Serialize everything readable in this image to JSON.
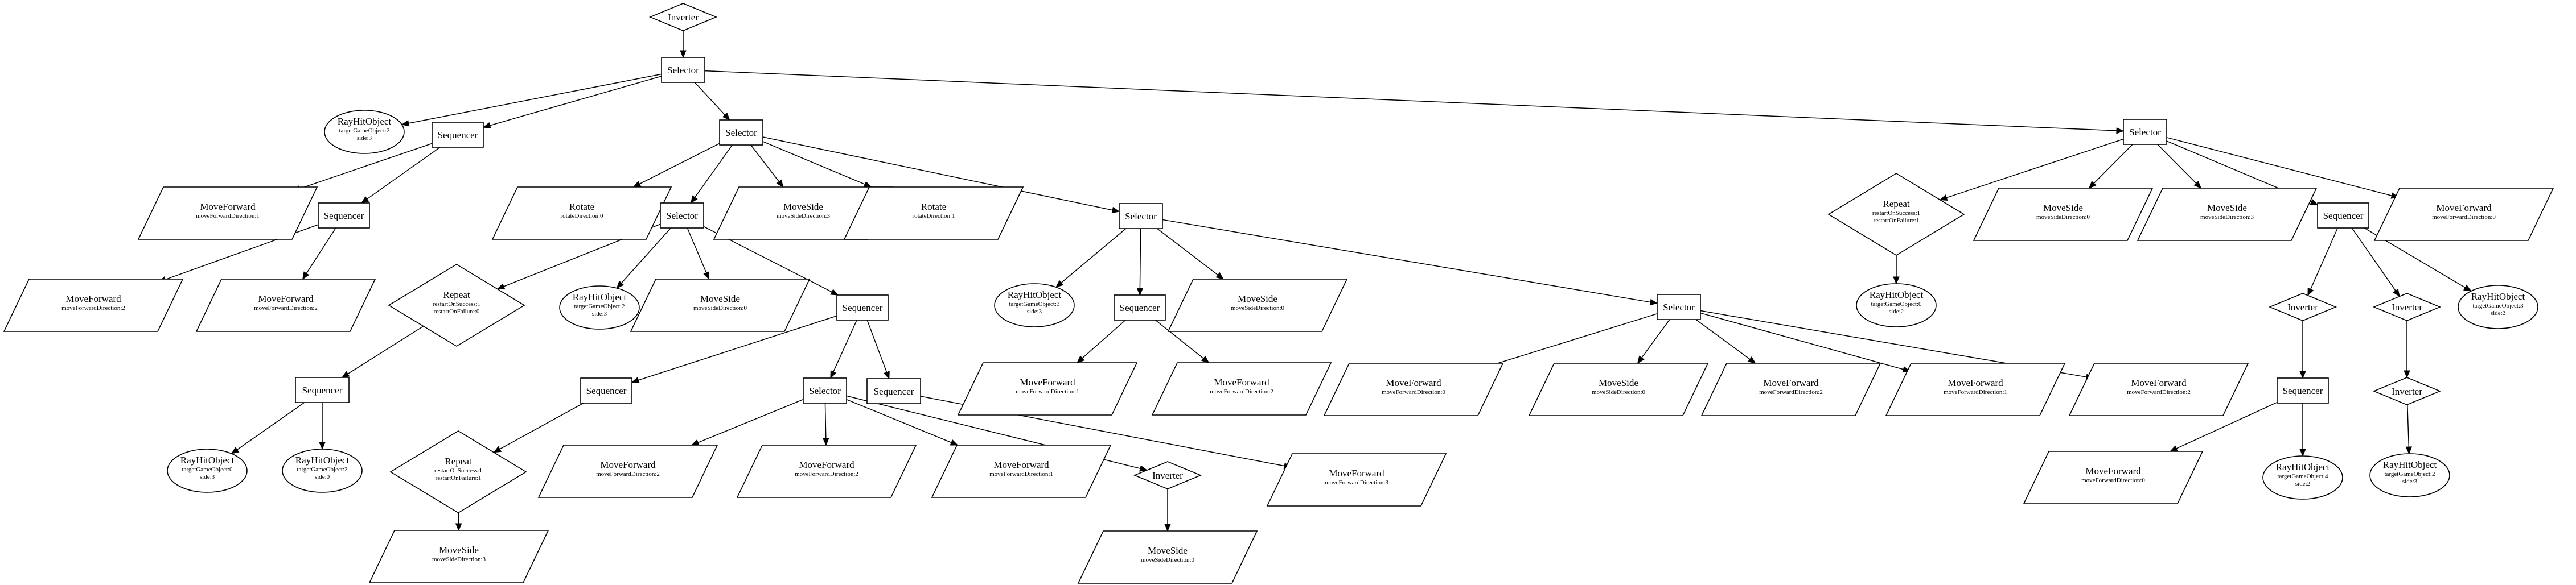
{
  "diagram": {
    "nodes": [
      {
        "id": "n1",
        "shape": "diamond",
        "label": "Inverter",
        "params": []
      },
      {
        "id": "n2",
        "shape": "box",
        "label": "Selector",
        "params": []
      },
      {
        "id": "n3",
        "shape": "ellipse",
        "label": "RayHitObject",
        "params": [
          "targetGameObject:2",
          "side:3"
        ]
      },
      {
        "id": "n4",
        "shape": "box",
        "label": "Sequencer",
        "params": []
      },
      {
        "id": "n5",
        "shape": "box",
        "label": "Selector",
        "params": []
      },
      {
        "id": "n6",
        "shape": "box",
        "label": "Selector",
        "params": []
      },
      {
        "id": "n7",
        "shape": "parallelogram",
        "label": "MoveForward",
        "params": [
          "moveForwardDirection:1"
        ]
      },
      {
        "id": "n8",
        "shape": "box",
        "label": "Sequencer",
        "params": []
      },
      {
        "id": "n9",
        "shape": "parallelogram",
        "label": "MoveForward",
        "params": [
          "moveForwardDirection:2"
        ]
      },
      {
        "id": "n10",
        "shape": "parallelogram",
        "label": "MoveForward",
        "params": [
          "moveForwardDirection:2"
        ]
      },
      {
        "id": "n11",
        "shape": "parallelogram",
        "label": "Rotate",
        "params": [
          "rotateDirection:0"
        ]
      },
      {
        "id": "n12",
        "shape": "box",
        "label": "Selector",
        "params": []
      },
      {
        "id": "n13",
        "shape": "parallelogram",
        "label": "MoveSide",
        "params": [
          "moveSideDirection:3"
        ]
      },
      {
        "id": "n14",
        "shape": "parallelogram",
        "label": "Rotate",
        "params": [
          "rotateDirection:1"
        ]
      },
      {
        "id": "n15",
        "shape": "box",
        "label": "Selector",
        "params": []
      },
      {
        "id": "n16",
        "shape": "diamond",
        "label": "Repeat",
        "params": [
          "restartOnSuccess:1",
          "restartOnFailure:0"
        ]
      },
      {
        "id": "n17",
        "shape": "ellipse",
        "label": "RayHitObject",
        "params": [
          "targetGameObject:2",
          "side:3"
        ]
      },
      {
        "id": "n18",
        "shape": "parallelogram",
        "label": "MoveSide",
        "params": [
          "moveSideDirection:0"
        ]
      },
      {
        "id": "n19",
        "shape": "box",
        "label": "Sequencer",
        "params": []
      },
      {
        "id": "n20",
        "shape": "box",
        "label": "Sequencer",
        "params": []
      },
      {
        "id": "n21",
        "shape": "ellipse",
        "label": "RayHitObject",
        "params": [
          "targetGameObject:0",
          "side:3"
        ]
      },
      {
        "id": "n22",
        "shape": "ellipse",
        "label": "RayHitObject",
        "params": [
          "targetGameObject:2",
          "side:0"
        ]
      },
      {
        "id": "n23",
        "shape": "box",
        "label": "Sequencer",
        "params": []
      },
      {
        "id": "n24",
        "shape": "box",
        "label": "Selector",
        "params": []
      },
      {
        "id": "n25",
        "shape": "box",
        "label": "Sequencer",
        "params": []
      },
      {
        "id": "n26",
        "shape": "diamond",
        "label": "Repeat",
        "params": [
          "restartOnSuccess:1",
          "restartOnFailure:1"
        ]
      },
      {
        "id": "n27",
        "shape": "parallelogram",
        "label": "MoveSide",
        "params": [
          "moveSideDirection:3"
        ]
      },
      {
        "id": "n28",
        "shape": "parallelogram",
        "label": "MoveForward",
        "params": [
          "moveForwardDirection:2"
        ]
      },
      {
        "id": "n29",
        "shape": "parallelogram",
        "label": "MoveForward",
        "params": [
          "moveForwardDirection:2"
        ]
      },
      {
        "id": "n30",
        "shape": "parallelogram",
        "label": "MoveForward",
        "params": [
          "moveForwardDirection:1"
        ]
      },
      {
        "id": "n31",
        "shape": "diamond",
        "label": "Inverter",
        "params": []
      },
      {
        "id": "n32",
        "shape": "parallelogram",
        "label": "MoveSide",
        "params": [
          "moveSideDirection:0"
        ]
      },
      {
        "id": "n33",
        "shape": "parallelogram",
        "label": "MoveForward",
        "params": [
          "moveForwardDirection:3"
        ]
      },
      {
        "id": "n34",
        "shape": "ellipse",
        "label": "RayHitObject",
        "params": [
          "targetGameObject:3",
          "side:3"
        ]
      },
      {
        "id": "n35",
        "shape": "box",
        "label": "Sequencer",
        "params": []
      },
      {
        "id": "n36",
        "shape": "parallelogram",
        "label": "MoveSide",
        "params": [
          "moveSideDirection:0"
        ]
      },
      {
        "id": "n37",
        "shape": "box",
        "label": "Selector",
        "params": []
      },
      {
        "id": "n38",
        "shape": "parallelogram",
        "label": "MoveForward",
        "params": [
          "moveForwardDirection:1"
        ]
      },
      {
        "id": "n39",
        "shape": "parallelogram",
        "label": "MoveForward",
        "params": [
          "moveForwardDirection:2"
        ]
      },
      {
        "id": "n40",
        "shape": "parallelogram",
        "label": "MoveForward",
        "params": [
          "moveForwardDirection:0"
        ]
      },
      {
        "id": "n41",
        "shape": "parallelogram",
        "label": "MoveSide",
        "params": [
          "moveSideDirection:0"
        ]
      },
      {
        "id": "n42",
        "shape": "parallelogram",
        "label": "MoveForward",
        "params": [
          "moveForwardDirection:2"
        ]
      },
      {
        "id": "n43",
        "shape": "parallelogram",
        "label": "MoveForward",
        "params": [
          "moveForwardDirection:1"
        ]
      },
      {
        "id": "n44",
        "shape": "parallelogram",
        "label": "MoveForward",
        "params": [
          "moveForwardDirection:2"
        ]
      },
      {
        "id": "n45",
        "shape": "diamond",
        "label": "Repeat",
        "params": [
          "restartOnSuccess:1",
          "restartOnFailure:1"
        ]
      },
      {
        "id": "n46",
        "shape": "parallelogram",
        "label": "MoveSide",
        "params": [
          "moveSideDirection:0"
        ]
      },
      {
        "id": "n47",
        "shape": "parallelogram",
        "label": "MoveSide",
        "params": [
          "moveSideDirection:3"
        ]
      },
      {
        "id": "n48",
        "shape": "box",
        "label": "Sequencer",
        "params": []
      },
      {
        "id": "n49",
        "shape": "parallelogram",
        "label": "MoveForward",
        "params": [
          "moveForwardDirection:0"
        ]
      },
      {
        "id": "n50",
        "shape": "ellipse",
        "label": "RayHitObject",
        "params": [
          "targetGameObject:0",
          "side:2"
        ]
      },
      {
        "id": "n51",
        "shape": "diamond",
        "label": "Inverter",
        "params": []
      },
      {
        "id": "n52",
        "shape": "diamond",
        "label": "Inverter",
        "params": []
      },
      {
        "id": "n53",
        "shape": "ellipse",
        "label": "RayHitObject",
        "params": [
          "targetGameObject:3",
          "side:2"
        ]
      },
      {
        "id": "n54",
        "shape": "box",
        "label": "Sequencer",
        "params": []
      },
      {
        "id": "n55",
        "shape": "diamond",
        "label": "Inverter",
        "params": []
      },
      {
        "id": "n56",
        "shape": "parallelogram",
        "label": "MoveForward",
        "params": [
          "moveForwardDirection:0"
        ]
      },
      {
        "id": "n57",
        "shape": "ellipse",
        "label": "RayHitObject",
        "params": [
          "targetGameObject:4",
          "side:2"
        ]
      },
      {
        "id": "n58",
        "shape": "ellipse",
        "label": "RayHitObject",
        "params": [
          "targetGameObject:2",
          "side:3"
        ]
      }
    ],
    "edges": [
      [
        "n1",
        "n2"
      ],
      [
        "n2",
        "n3"
      ],
      [
        "n2",
        "n4"
      ],
      [
        "n2",
        "n5"
      ],
      [
        "n2",
        "n6"
      ],
      [
        "n4",
        "n7"
      ],
      [
        "n4",
        "n8"
      ],
      [
        "n8",
        "n9"
      ],
      [
        "n8",
        "n10"
      ],
      [
        "n5",
        "n11"
      ],
      [
        "n5",
        "n12"
      ],
      [
        "n5",
        "n13"
      ],
      [
        "n5",
        "n14"
      ],
      [
        "n5",
        "n15"
      ],
      [
        "n12",
        "n16"
      ],
      [
        "n12",
        "n17"
      ],
      [
        "n12",
        "n18"
      ],
      [
        "n12",
        "n19"
      ],
      [
        "n16",
        "n20"
      ],
      [
        "n20",
        "n21"
      ],
      [
        "n20",
        "n22"
      ],
      [
        "n19",
        "n23"
      ],
      [
        "n19",
        "n24"
      ],
      [
        "n19",
        "n25"
      ],
      [
        "n23",
        "n26"
      ],
      [
        "n26",
        "n27"
      ],
      [
        "n24",
        "n28"
      ],
      [
        "n24",
        "n29"
      ],
      [
        "n24",
        "n30"
      ],
      [
        "n24",
        "n31"
      ],
      [
        "n31",
        "n32"
      ],
      [
        "n25",
        "n33"
      ],
      [
        "n15",
        "n34"
      ],
      [
        "n15",
        "n35"
      ],
      [
        "n15",
        "n36"
      ],
      [
        "n15",
        "n37"
      ],
      [
        "n35",
        "n38"
      ],
      [
        "n35",
        "n39"
      ],
      [
        "n37",
        "n40"
      ],
      [
        "n37",
        "n41"
      ],
      [
        "n37",
        "n42"
      ],
      [
        "n37",
        "n43"
      ],
      [
        "n37",
        "n44"
      ],
      [
        "n6",
        "n45"
      ],
      [
        "n6",
        "n46"
      ],
      [
        "n6",
        "n47"
      ],
      [
        "n6",
        "n48"
      ],
      [
        "n6",
        "n49"
      ],
      [
        "n45",
        "n50"
      ],
      [
        "n48",
        "n51"
      ],
      [
        "n48",
        "n52"
      ],
      [
        "n48",
        "n53"
      ],
      [
        "n51",
        "n54"
      ],
      [
        "n54",
        "n56"
      ],
      [
        "n54",
        "n57"
      ],
      [
        "n52",
        "n55"
      ],
      [
        "n55",
        "n58"
      ]
    ]
  }
}
